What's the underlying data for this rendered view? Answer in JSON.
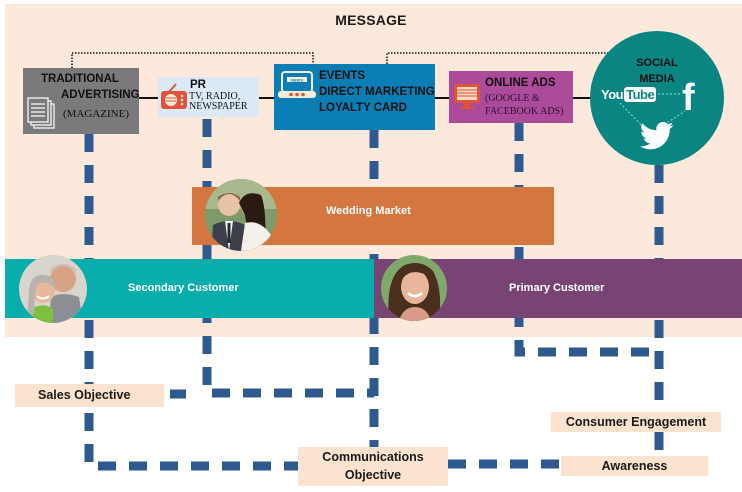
{
  "title": "MESSAGE",
  "channels": {
    "traditional": {
      "line1": "TRADITIONAL",
      "line2": "ADVERTISING",
      "line3": "(MAGAZINE)",
      "icon": "documents-icon",
      "color": "#7a7a7a"
    },
    "pr": {
      "line1": "PR",
      "line2": "TV, RADIO,",
      "line3": "NEWSPAPER",
      "icon": "radio-icon",
      "color": "#dbe9f7"
    },
    "events": {
      "line1": "EVENTS",
      "line2": "DIRECT MARKETING",
      "line3": "LOYALTY CARD",
      "icon": "news-laptop-icon",
      "color": "#0b7fb5"
    },
    "online": {
      "line1": "ONLINE ADS",
      "line2": "(GOOGLE &",
      "line3": "FACEBOOK ADS)",
      "icon": "monitor-icon",
      "color": "#ad4b9b"
    },
    "social": {
      "line1": "SOCIAL",
      "line2": "MEDIA",
      "youtube_you": "You",
      "youtube_tube": "Tube",
      "facebook": "f",
      "color": "#0b8582"
    }
  },
  "segments": {
    "wedding": {
      "label": "Wedding Market",
      "color": "#d4763f"
    },
    "secondary": {
      "label": "Secondary Customer",
      "color": "#07aeab"
    },
    "primary": {
      "label": "Primary Customer",
      "color": "#774474"
    }
  },
  "objectives": {
    "sales": "Sales Objective",
    "communications_line1": "Communications",
    "communications_line2": "Objective",
    "engagement": "Consumer Engagement",
    "awareness": "Awareness"
  },
  "colors": {
    "background": "#fce9db",
    "label_bg": "#fce3cf",
    "connector": "#2f5a8f"
  }
}
